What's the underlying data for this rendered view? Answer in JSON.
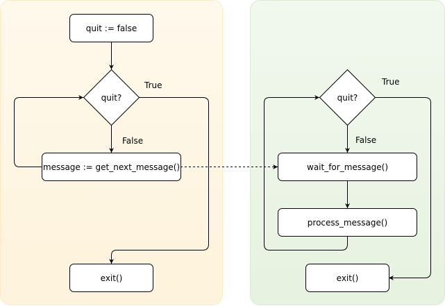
{
  "colors": {
    "left_panel_top": "#fff9ec",
    "left_panel_bottom": "#fef3db",
    "left_panel_stroke": "#fdebc8",
    "right_panel_top": "#f1f8ee",
    "right_panel_bottom": "#e7f2e0",
    "right_panel_stroke": "#d9ebd2",
    "node_fill": "#ffffff",
    "node_stroke": "#000000"
  },
  "left": {
    "init": "quit := false",
    "decision": "quit?",
    "true_label": "True",
    "false_label": "False",
    "get_next": "message := get_next_message()",
    "exit": "exit()"
  },
  "right": {
    "decision": "quit?",
    "true_label": "True",
    "false_label": "False",
    "wait": "wait_for_message()",
    "process": "process_message()",
    "exit": "exit()"
  }
}
